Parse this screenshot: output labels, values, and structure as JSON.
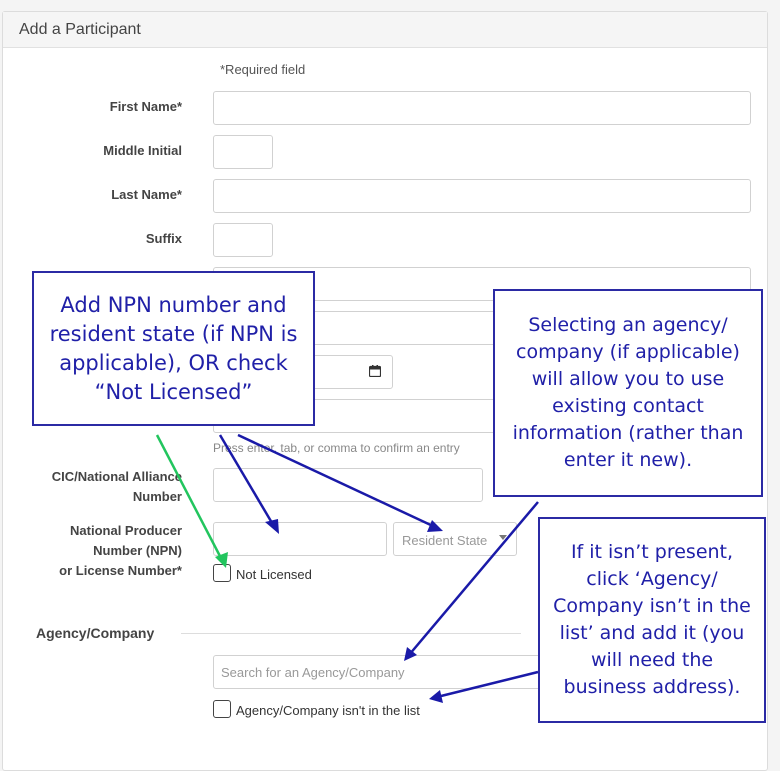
{
  "panel": {
    "title": "Add a Participant",
    "required_note": "*Required field"
  },
  "fields": {
    "first_name": {
      "label": "First Name*"
    },
    "middle_initial": {
      "label": "Middle Initial"
    },
    "last_name": {
      "label": "Last Name*"
    },
    "suffix": {
      "label": "Suffix"
    },
    "tags_help": "Press enter, tab, or comma to confirm an entry",
    "cic_number": {
      "label_line1": "CIC/National Alliance",
      "label_line2": "Number"
    },
    "npn": {
      "label_line1": "National Producer",
      "label_line2": "Number (NPN)",
      "label_line3": "or License Number*",
      "resident_state_placeholder": "Resident State",
      "not_licensed_label": "Not Licensed"
    }
  },
  "agency": {
    "section_title": "Agency/Company",
    "search_placeholder": "Search for an Agency/Company",
    "not_in_list_label": "Agency/Company isn't in the list"
  },
  "callouts": {
    "npn_note": [
      "Add NPN number and",
      "resident state (if NPN is",
      "applicable), OR check",
      "“Not Licensed”"
    ],
    "agency_note": [
      "Selecting an agency/",
      "company (if applicable)",
      "will allow you to use",
      "existing contact",
      "information (rather than",
      "enter it new)."
    ],
    "missing_note": [
      "If it isn’t present,",
      "click ‘Agency/",
      "Company isn’t in the",
      "list’ and add it (you",
      "will need the",
      "business address)."
    ]
  },
  "colors": {
    "callout_blue": "#2b2aa4",
    "arrow_blue": "#1a1aa8",
    "arrow_green": "#22c55e"
  },
  "icons": {
    "date": "calendar-icon",
    "select": "chevron-down-icon"
  }
}
